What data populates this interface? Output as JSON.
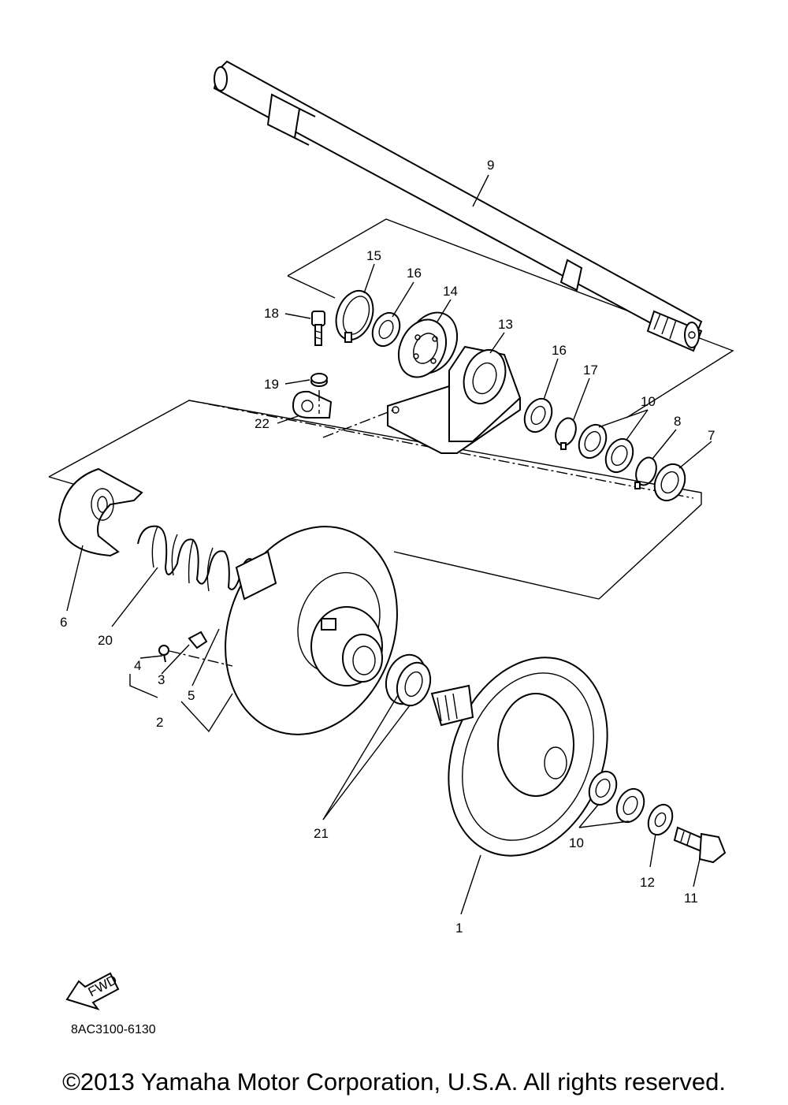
{
  "diagram": {
    "part_code": "8AC3100-6130",
    "copyright": "©2013 Yamaha Motor Corporation, U.S.A. All rights reserved.",
    "fwd_label": "FWD",
    "callouts": [
      "1",
      "2",
      "3",
      "4",
      "5",
      "6",
      "7",
      "8",
      "9",
      "10",
      "10",
      "11",
      "12",
      "13",
      "14",
      "15",
      "16",
      "16",
      "17",
      "18",
      "19",
      "20",
      "21",
      "22"
    ]
  }
}
